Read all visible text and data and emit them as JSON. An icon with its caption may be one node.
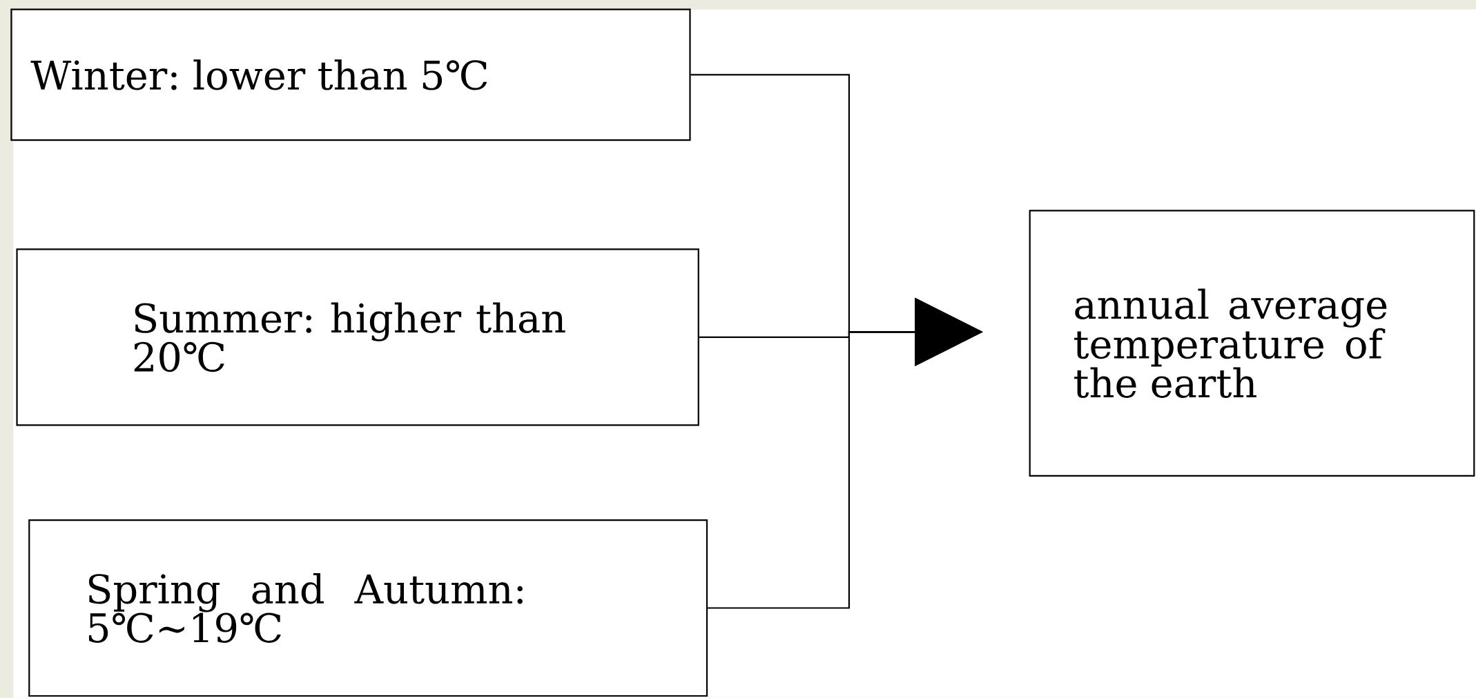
{
  "diagram": {
    "nodes": [
      {
        "text": [
          "Winter: lower than 5℃"
        ]
      },
      {
        "text": [
          "Summer: higher than 20℃"
        ]
      },
      {
        "text": [
          "Spring and Autumn: 5℃~19℃"
        ]
      },
      {
        "text": [
          "annual average temperature of the earth"
        ]
      }
    ],
    "edges": [
      {
        "from": 0,
        "to": 3,
        "arrow": "to"
      },
      {
        "from": 1,
        "to": 3,
        "arrow": "to"
      },
      {
        "from": 2,
        "to": 3,
        "arrow": "to"
      }
    ]
  }
}
